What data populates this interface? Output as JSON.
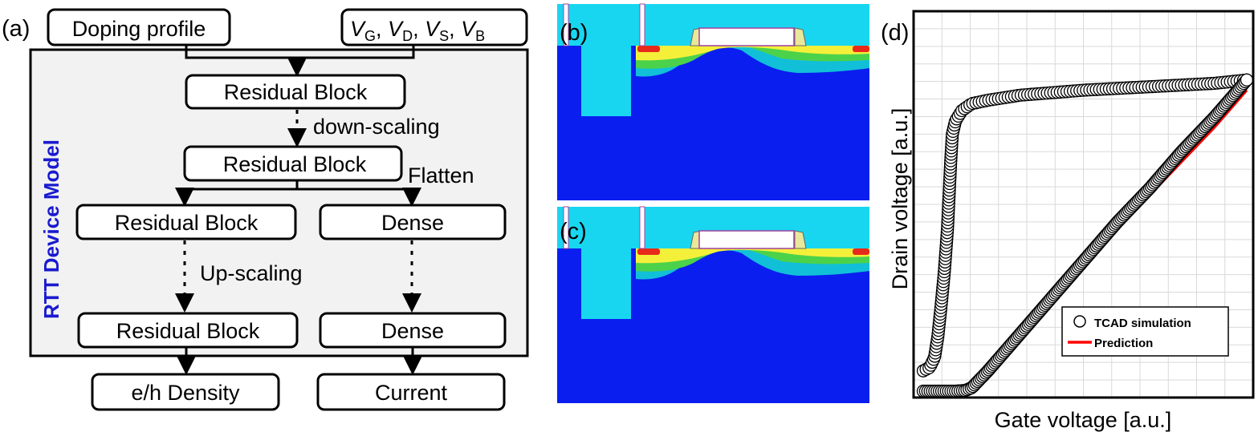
{
  "panel_labels": {
    "a": "(a)",
    "b": "(b)",
    "c": "(c)",
    "d": "(d)"
  },
  "flow": {
    "doping_profile": "Doping profile",
    "voltages": {
      "v": "V",
      "g": "G",
      "d": "D",
      "s": "S",
      "b": "B",
      "sep": ", "
    },
    "model_title": "RTT Device Model",
    "residual_block_1": "Residual Block",
    "down_scaling": "down-scaling",
    "residual_block_2": "Residual Block",
    "flatten": "Flatten",
    "residual_block_3": "Residual Block",
    "dense_1": "Dense",
    "up_scaling": "Up-scaling",
    "residual_block_4": "Residual Block",
    "dense_2": "Dense",
    "eh_density": "e/h Density",
    "current": "Current"
  },
  "colors": {
    "model_title": "#1a1ad0",
    "substrate_blue": "#0a1ef0",
    "oxide_cyan": "#19d6f0",
    "prediction_red": "#ff0000"
  },
  "chart_data": {
    "type": "scatter",
    "xlabel": "Gate voltage [a.u.]",
    "ylabel": "Drain voltage [a.u.]",
    "xlim": [
      0,
      1
    ],
    "ylim": [
      0,
      1
    ],
    "grid": true,
    "legend": "bottom-right",
    "series": [
      {
        "name": "TCAD simulation",
        "marker": "open-circle",
        "curve": "upper",
        "x": [
          0.0,
          0.02,
          0.035,
          0.045,
          0.055,
          0.065,
          0.075,
          0.08,
          0.085,
          0.09,
          0.1,
          0.12,
          0.15,
          0.2,
          0.3,
          0.5,
          0.7,
          0.9,
          1.0
        ],
        "y": [
          0.06,
          0.07,
          0.1,
          0.16,
          0.25,
          0.35,
          0.48,
          0.58,
          0.68,
          0.76,
          0.8,
          0.83,
          0.85,
          0.86,
          0.875,
          0.89,
          0.9,
          0.91,
          0.92
        ]
      },
      {
        "name": "TCAD simulation",
        "marker": "open-circle",
        "curve": "lower",
        "x": [
          0.0,
          0.1,
          0.13,
          0.15,
          0.2,
          0.3,
          0.4,
          0.5,
          0.6,
          0.7,
          0.8,
          0.9,
          1.0
        ],
        "y": [
          0.0,
          0.0,
          0.002,
          0.01,
          0.06,
          0.17,
          0.28,
          0.39,
          0.5,
          0.6,
          0.71,
          0.81,
          0.92
        ]
      },
      {
        "name": "Prediction",
        "marker": "line",
        "color": "#ff0000",
        "x": [
          0.1,
          0.15,
          0.2,
          0.3,
          0.4,
          0.5,
          0.6,
          0.7,
          0.8,
          0.9,
          1.0
        ],
        "y": [
          0.0,
          0.01,
          0.055,
          0.16,
          0.27,
          0.38,
          0.48,
          0.58,
          0.68,
          0.78,
          0.89
        ]
      }
    ]
  }
}
